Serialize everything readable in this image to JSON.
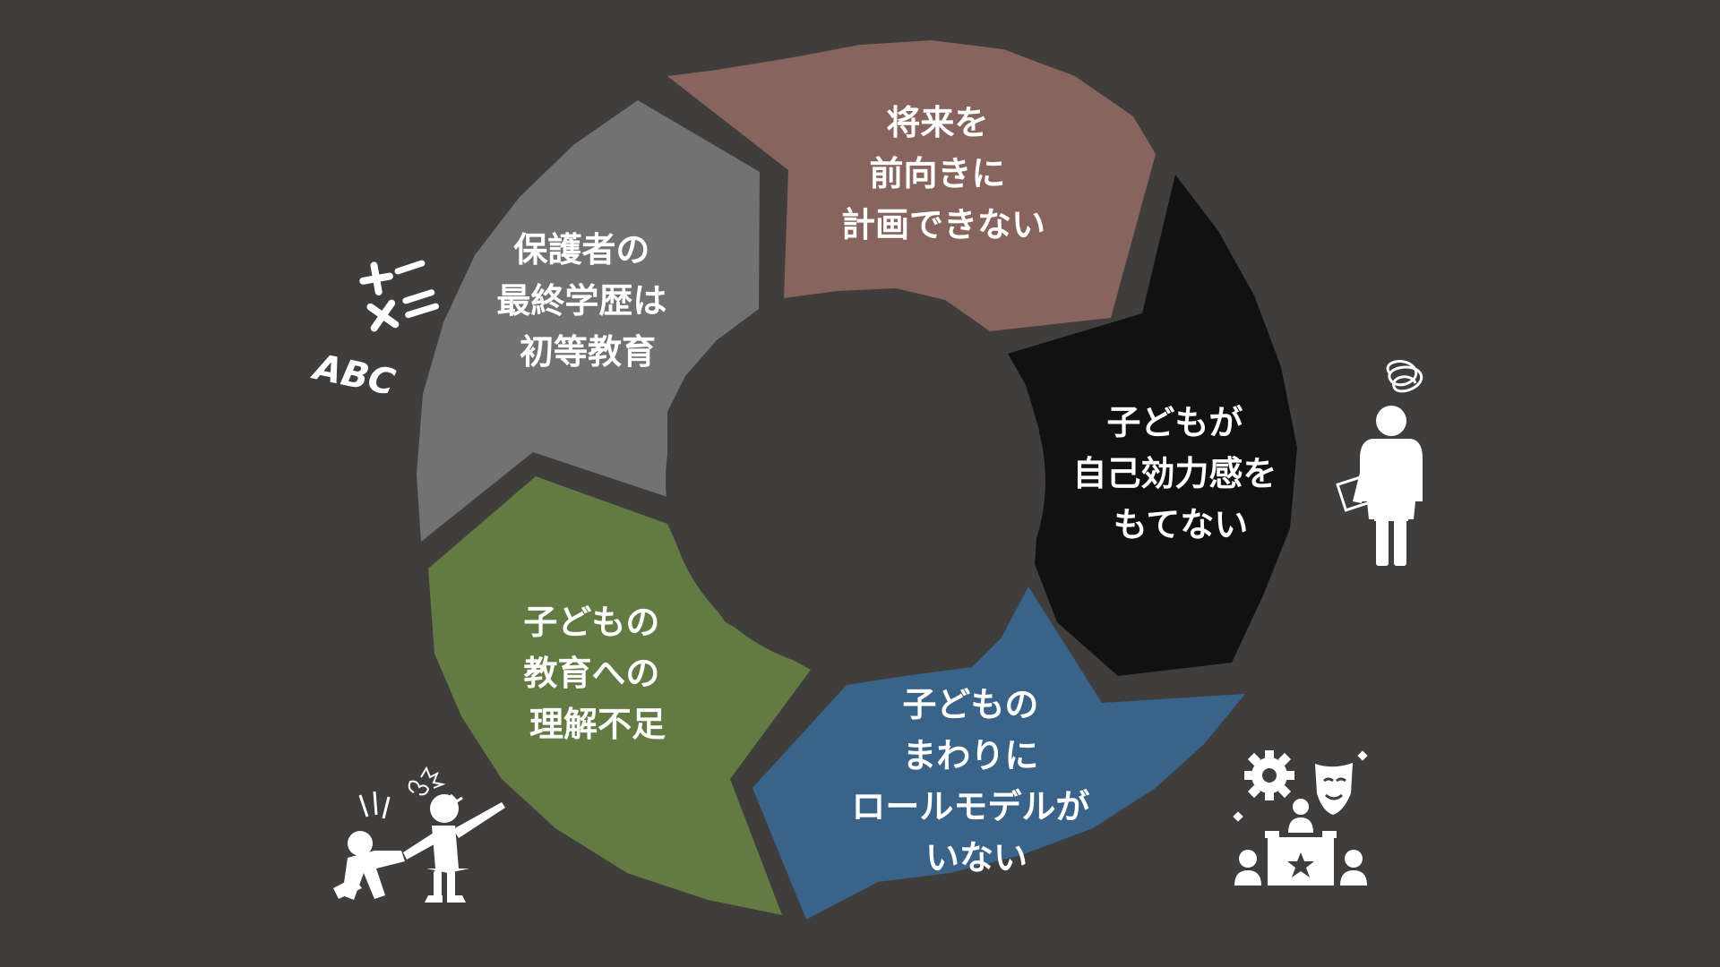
{
  "colors": {
    "background": "#403d3d",
    "brown": "#87645d",
    "black": "#111111",
    "blue": "#3a6389",
    "green": "#637a43",
    "gray": "#727272",
    "icon": "#ffffff"
  },
  "segments": [
    {
      "id": "future",
      "color": "brown",
      "lines": [
        "将来を",
        "前向きに",
        "計画できない"
      ]
    },
    {
      "id": "efficacy",
      "color": "black",
      "lines": [
        "子どもが",
        "自己効力感を",
        "もてない"
      ]
    },
    {
      "id": "rolemodel",
      "color": "blue",
      "lines": [
        "子どもの",
        "まわりに",
        "ロールモデルが",
        "いない"
      ]
    },
    {
      "id": "understanding",
      "color": "green",
      "lines": [
        "子どもの",
        "教育への",
        "理解不足"
      ]
    },
    {
      "id": "parents",
      "color": "gray",
      "lines": [
        "保護者の",
        "最終学歴は",
        "初等教育"
      ]
    }
  ],
  "icons": {
    "abc_text": "ABC",
    "names": [
      "math-symbols-icon",
      "confused-person-icon",
      "theater-award-icon",
      "scolding-parent-icon"
    ]
  }
}
